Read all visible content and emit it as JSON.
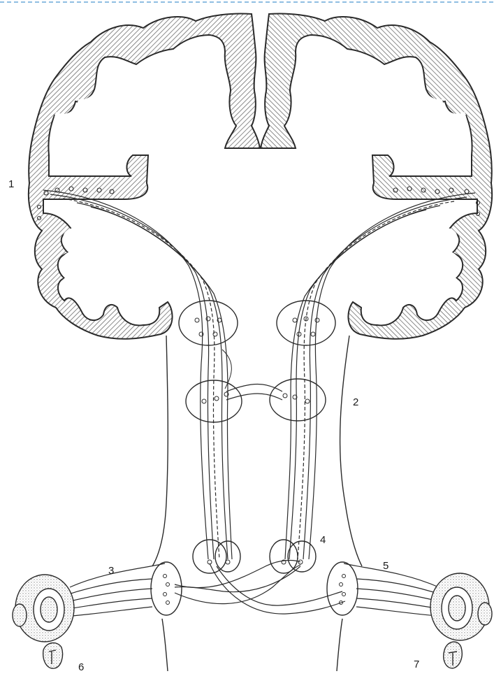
{
  "labels": {
    "l1": "1",
    "l2": "2",
    "l3": "3",
    "l4": "4",
    "l5": "5",
    "l6": "6",
    "l7": "7"
  },
  "colors": {
    "ink": "#2a2a2a",
    "hatch": "#6e6e6e",
    "stipple": "#9a9a9a",
    "border": "#6aa9d8"
  }
}
